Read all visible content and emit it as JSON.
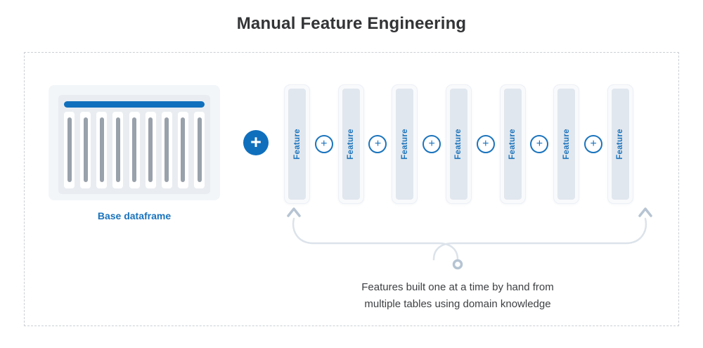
{
  "title": "Manual Feature Engineering",
  "base_dataframe": {
    "label": "Base dataframe",
    "column_count": 9
  },
  "connector": {
    "plus_glyph": "+"
  },
  "features": {
    "label": "Feature",
    "count": 7,
    "plus_glyph": "+"
  },
  "caption": {
    "line1": "Features built one at a time by hand from",
    "line2": "multiple tables using domain knowledge"
  },
  "icons": {
    "big_plus": "plus-icon",
    "small_plus": "plus-icon",
    "brace": "curly-brace-pointer"
  },
  "colors": {
    "accent_blue": "#0f6fbd",
    "label_blue": "#1a73bd",
    "title_text": "#333436",
    "caption_text": "#3d3f42",
    "dataframe_outer": "#f3f6f9",
    "dataframe_inner": "#e9edf1",
    "dataframe_column_bar": "#99a1ab",
    "feature_bar": "#e1e7ee",
    "brace_line": "#dce3ea",
    "brace_accent": "#b6c4d3",
    "dashed_border": "#cbcfd3"
  }
}
